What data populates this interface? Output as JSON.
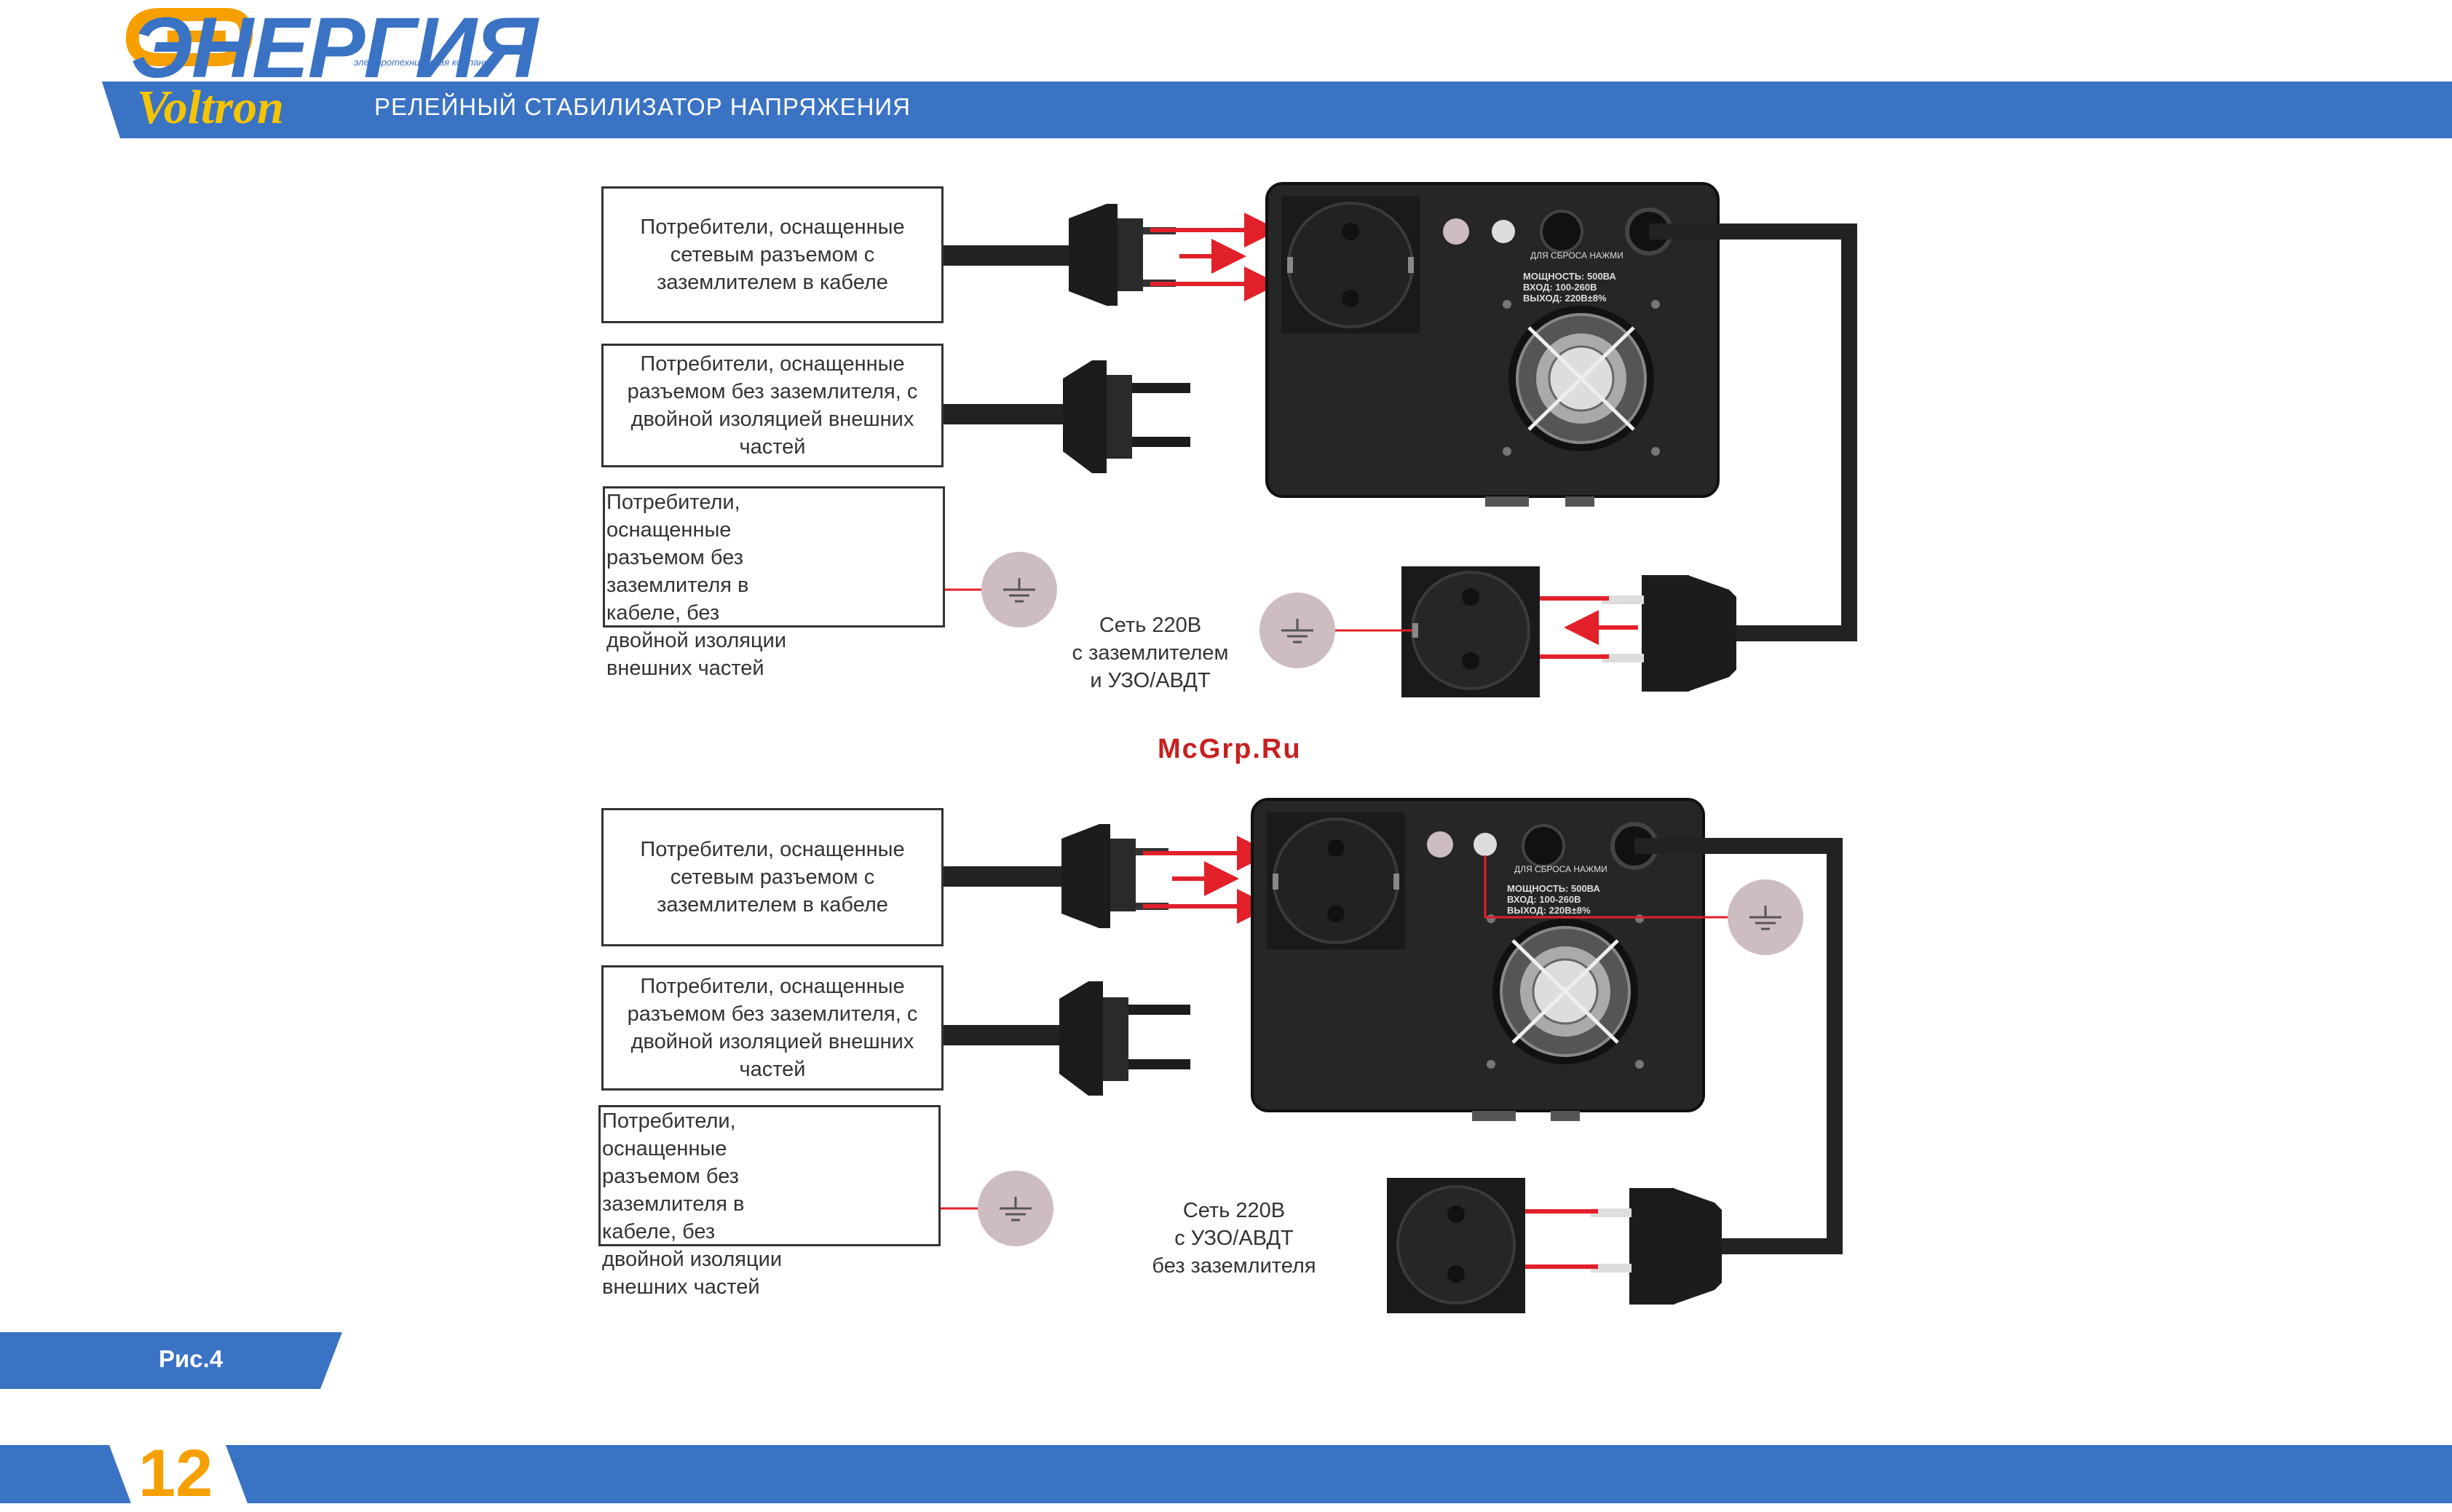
{
  "header": {
    "logo_text": "ЭНЕРГИЯ",
    "logo_subtitle": "электротехническая компания",
    "brand": "Voltron",
    "title": "РЕЛЕЙНЫЙ СТАБИЛИЗАТОР НАПРЯЖЕНИЯ"
  },
  "colors": {
    "bar_blue": "#3a72c4",
    "device_dark": "#262626",
    "arrow_red": "#e2202a",
    "ground_badge": "#cdbcc0",
    "page_number": "#f6a000"
  },
  "diagram_top": {
    "consumers": [
      "Потребители, оснащенные сетевым разъемом с заземлителем в кабеле",
      "Потребители, оснащенные разъемом без заземлителя, с двойной изоляцией внешних частей",
      "Потребители, оснащенные разъемом без заземлителя в кабеле, без двойной изоляции внешних частей"
    ],
    "device_label": "МОЩНОСТЬ: 500ВА ВХОД: 100-260В ВЫХОД: 220В±8%",
    "device_label_lines": [
      "МОЩНОСТЬ: 500ВА",
      "ВХОД: 100-260В",
      "ВЫХОД: 220В±8%"
    ],
    "reset_label": "ДЛЯ СБРОСА НАЖМИ",
    "mains_caption_lines": [
      "Сеть 220В",
      "с заземлителем",
      "и УЗО/АВДТ"
    ]
  },
  "diagram_bottom": {
    "consumers": [
      "Потребители, оснащенные сетевым разъемом с заземлителем в кабеле",
      "Потребители, оснащенные разъемом без заземлителя, с двойной изоляцией внешних частей",
      "Потребители, оснащенные разъемом без заземлителя в кабеле, без двойной изоляции внешних частей"
    ],
    "device_label_lines": [
      "МОЩНОСТЬ: 500ВА",
      "ВХОД: 100-260В",
      "ВЫХОД: 220В±8%"
    ],
    "reset_label": "ДЛЯ СБРОСА НАЖМИ",
    "mains_caption_lines": [
      "Сеть 220В",
      "с УЗО/АВДТ",
      "без заземлителя"
    ]
  },
  "watermark": "McGrp.Ru",
  "figure_label": "Рис.4",
  "page_number": "12"
}
